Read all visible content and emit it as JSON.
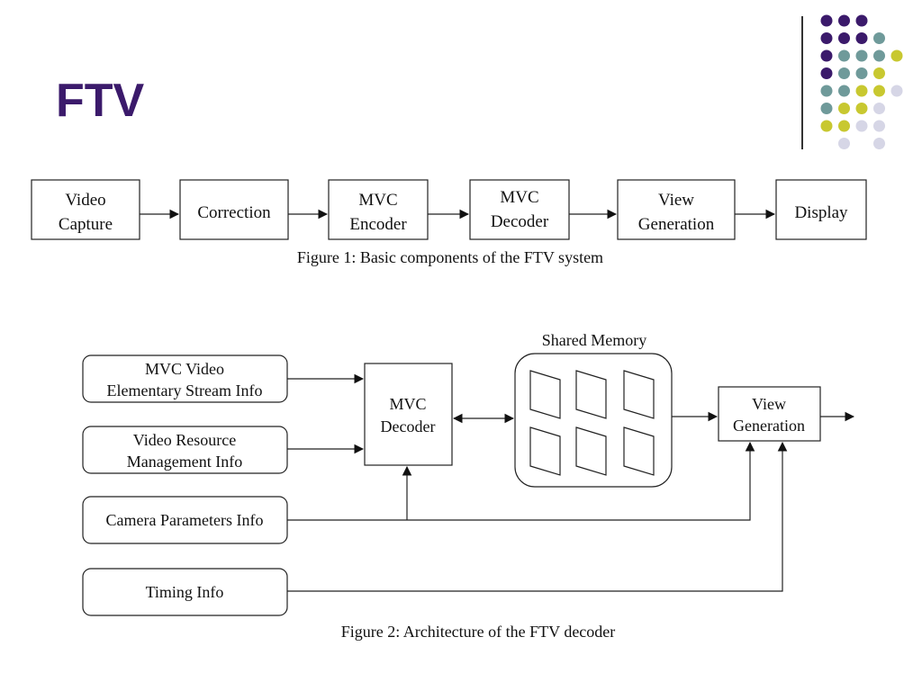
{
  "slide": {
    "title": "FTV"
  },
  "colors": {
    "title": "#3b1a6b",
    "dot_purple": "#3b1a6b",
    "dot_teal": "#6f9a9a",
    "dot_yellow": "#c8c830",
    "dot_lavender": "#d6d6e6"
  },
  "figure1": {
    "boxes": [
      {
        "line1": "Video",
        "line2": "Capture"
      },
      {
        "line1": "Correction",
        "line2": ""
      },
      {
        "line1": "MVC",
        "line2": "Encoder"
      },
      {
        "line1": "MVC",
        "line2": "Decoder"
      },
      {
        "line1": "View",
        "line2": "Generation"
      },
      {
        "line1": "Display",
        "line2": ""
      }
    ],
    "caption": "Figure 1: Basic components of the FTV system"
  },
  "figure2": {
    "inputs": {
      "mvc_stream": {
        "line1": "MVC Video",
        "line2": "Elementary Stream Info"
      },
      "resource": {
        "line1": "Video Resource",
        "line2": "Management Info"
      },
      "camera": "Camera Parameters Info",
      "timing": "Timing Info"
    },
    "decoder": {
      "line1": "MVC",
      "line2": "Decoder"
    },
    "shared_memory": "Shared Memory",
    "view_generation": {
      "line1": "View",
      "line2": "Generation"
    },
    "caption": "Figure 2: Architecture of the FTV decoder"
  }
}
